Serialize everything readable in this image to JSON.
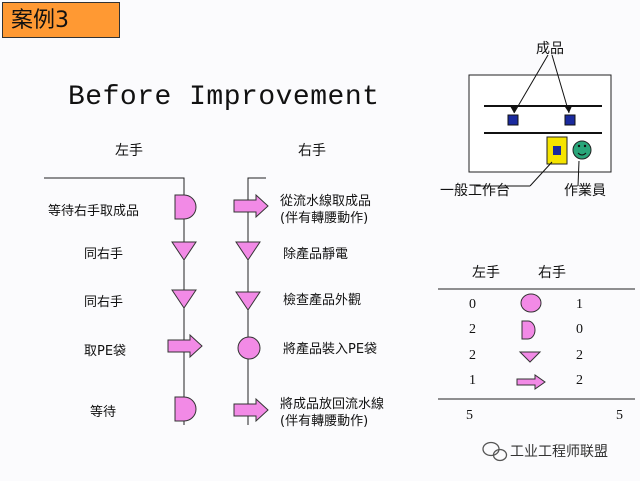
{
  "tag": "案例3",
  "title": "Before Improvement",
  "left_header": "左手",
  "right_header": "右手",
  "left_steps": [
    "等待右手取成品",
    "同右手",
    "同右手",
    "取PE袋",
    "等待"
  ],
  "right_steps": [
    {
      "line1": "從流水線取成品",
      "line2": "(伴有轉腰動作)"
    },
    {
      "line1": "除產品靜電",
      "line2": ""
    },
    {
      "line1": "檢查產品外觀",
      "line2": ""
    },
    {
      "line1": "將產品裝入PE袋",
      "line2": ""
    },
    {
      "line1": "將成品放回流水線",
      "line2": "(伴有轉腰動作)"
    }
  ],
  "layout_labels": {
    "product": "成品",
    "workbench": "一般工作台",
    "worker": "作業員"
  },
  "summary": {
    "header_left": "左手",
    "header_right": "右手",
    "rows": [
      {
        "left": "0",
        "symbol": "circle-operation",
        "right": "1"
      },
      {
        "left": "2",
        "symbol": "d-delay",
        "right": "0"
      },
      {
        "left": "2",
        "symbol": "triangle-inspection",
        "right": "2"
      },
      {
        "left": "1",
        "symbol": "arrow-transport",
        "right": "2"
      }
    ],
    "total_left": "5",
    "total_right": "5"
  },
  "watermark": "工业工程师联盟",
  "colors": {
    "symbol_fill": "#f28ae6",
    "tag_bg": "#ff9933",
    "belt_item": "#1a2a9e",
    "bench_fill": "#f5e400",
    "worker_fill": "#2aa67a"
  }
}
